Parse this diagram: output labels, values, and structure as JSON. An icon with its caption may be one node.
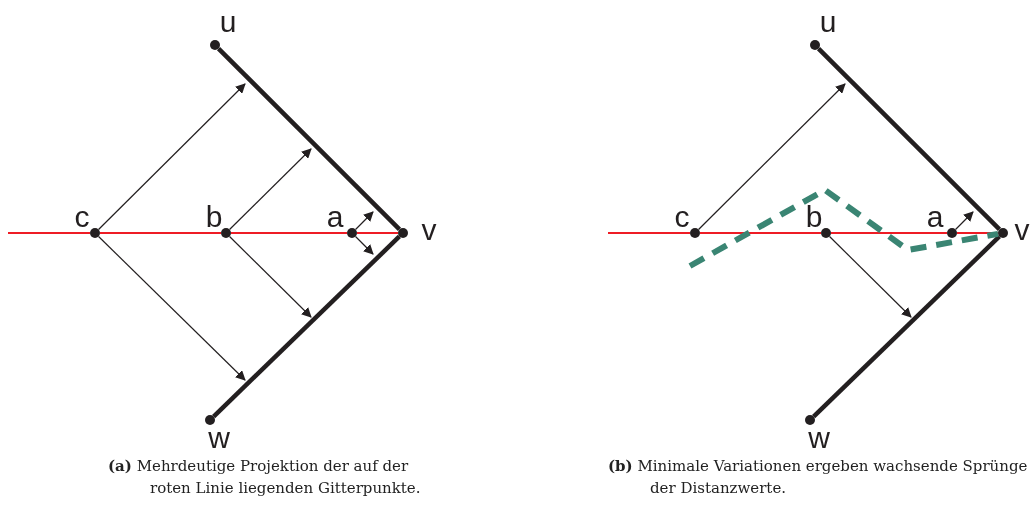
{
  "diagram": {
    "nodes": [
      {
        "text": [],
        "shape": "circle",
        "beside": [
          "u"
        ]
      },
      {
        "text": [],
        "shape": "circle",
        "beside": [
          "v"
        ]
      },
      {
        "text": [],
        "shape": "circle",
        "beside": [
          "w"
        ]
      },
      {
        "text": [],
        "shape": "circle",
        "beside": [
          "c"
        ]
      },
      {
        "text": [],
        "shape": "circle",
        "beside": [
          "b"
        ]
      },
      {
        "text": [],
        "shape": "circle",
        "beside": [
          "a"
        ]
      },
      {
        "text": [],
        "shape": "circle",
        "beside": [
          "u"
        ]
      },
      {
        "text": [],
        "shape": "circle",
        "beside": [
          "v"
        ]
      },
      {
        "text": [],
        "shape": "circle",
        "beside": [
          "w"
        ]
      },
      {
        "text": [],
        "shape": "circle",
        "beside": [
          "c"
        ]
      },
      {
        "text": [],
        "shape": "circle",
        "beside": [
          "b"
        ]
      },
      {
        "text": [],
        "shape": "circle",
        "beside": [
          "a"
        ]
      }
    ],
    "edges": [
      {
        "from": 0,
        "to": 1,
        "arrow": "none",
        "style": "thick"
      },
      {
        "from": 1,
        "to": 2,
        "arrow": "none",
        "style": "thick"
      },
      {
        "from": null,
        "to": 3,
        "arrow": "none",
        "color": "#ee1c25"
      },
      {
        "from": 3,
        "to": 4,
        "arrow": "none",
        "color": "#ee1c25"
      },
      {
        "from": 4,
        "to": 5,
        "arrow": "none",
        "color": "#ee1c25"
      },
      {
        "from": 5,
        "to": 1,
        "arrow": "none",
        "color": "#ee1c25"
      },
      {
        "from": 3,
        "to": null,
        "arrow": "to"
      },
      {
        "from": 3,
        "to": null,
        "arrow": "to"
      },
      {
        "from": 4,
        "to": null,
        "arrow": "to"
      },
      {
        "from": 4,
        "to": null,
        "arrow": "to"
      },
      {
        "from": 5,
        "to": null,
        "arrow": "to"
      },
      {
        "from": 5,
        "to": null,
        "arrow": "to"
      },
      {
        "from": 6,
        "to": 7,
        "arrow": "none",
        "style": "thick"
      },
      {
        "from": 7,
        "to": 8,
        "arrow": "none",
        "style": "thick"
      },
      {
        "from": null,
        "to": 9,
        "arrow": "none",
        "color": "#ee1c25"
      },
      {
        "from": 9,
        "to": 10,
        "arrow": "none",
        "color": "#ee1c25"
      },
      {
        "from": 10,
        "to": 11,
        "arrow": "none",
        "color": "#ee1c25"
      },
      {
        "from": 11,
        "to": 7,
        "arrow": "none",
        "color": "#ee1c25"
      },
      {
        "from": 9,
        "to": null,
        "arrow": "to"
      },
      {
        "from": 10,
        "to": null,
        "arrow": "to"
      },
      {
        "from": 11,
        "to": null,
        "arrow": "to"
      },
      {
        "from": null,
        "to": 7,
        "arrow": "none",
        "style": "dashed",
        "color": "#3a8573"
      }
    ],
    "labels": [
      "**(a)** Mehrdeutige Projektion der auf der roten Linie liegenden Gitterpunkte.",
      "**(b)** Minimale Variationen ergeben wachsende Sprünge der Distanzwerte."
    ]
  }
}
